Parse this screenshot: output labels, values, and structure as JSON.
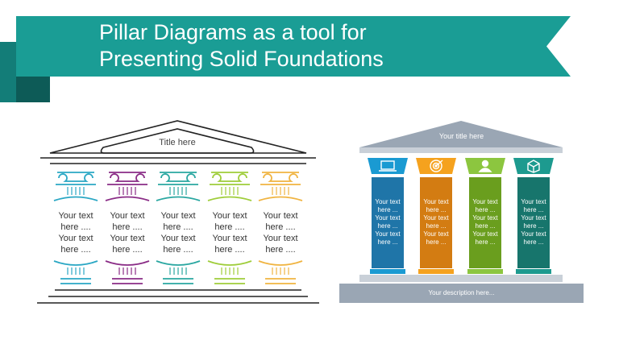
{
  "header": {
    "title_line1": "Pillar Diagrams as a tool for",
    "title_line2": "Presenting Solid Foundations",
    "color": "#1a9d95"
  },
  "left_temple": {
    "title": "Title here",
    "stroke": "#222222",
    "pillars": [
      {
        "color": "#2aa7c4",
        "lines": [
          "Your text",
          "here ....",
          "Your text",
          "here ...."
        ]
      },
      {
        "color": "#8a2c86",
        "lines": [
          "Your text",
          "here ....",
          "Your text",
          "here ...."
        ]
      },
      {
        "color": "#2aa7a1",
        "lines": [
          "Your text",
          "here ....",
          "Your text",
          "here ...."
        ]
      },
      {
        "color": "#9fcd3a",
        "lines": [
          "Your text",
          "here ....",
          "Your text",
          "here ...."
        ]
      },
      {
        "color": "#f0b441",
        "lines": [
          "Your text",
          "here ....",
          "Your text",
          "here ...."
        ]
      }
    ]
  },
  "right_temple": {
    "title": "Your title here",
    "description": "Your description here...",
    "roof_color": "#9aa6b4",
    "columns": [
      {
        "icon": "laptop-icon",
        "color": "#1f75a8",
        "cap_color": "#1a9ad2",
        "lines": [
          "Your text",
          "here ...",
          "Your text",
          "here ...",
          "Your text",
          "here ..."
        ]
      },
      {
        "icon": "target-icon",
        "color": "#d37c12",
        "cap_color": "#f5a21e",
        "lines": [
          "Your text",
          "here ...",
          "Your text",
          "here ...",
          "Your text",
          "here ..."
        ]
      },
      {
        "icon": "person-icon",
        "color": "#6a9e1e",
        "cap_color": "#8cc63f",
        "lines": [
          "Your text",
          "here ...",
          "Your text",
          "here ...",
          "Your text",
          "here ..."
        ]
      },
      {
        "icon": "cube-icon",
        "color": "#17756c",
        "cap_color": "#1d9a8f",
        "lines": [
          "Your text",
          "here ...",
          "Your text",
          "here ...",
          "Your text",
          "here ..."
        ]
      }
    ]
  }
}
